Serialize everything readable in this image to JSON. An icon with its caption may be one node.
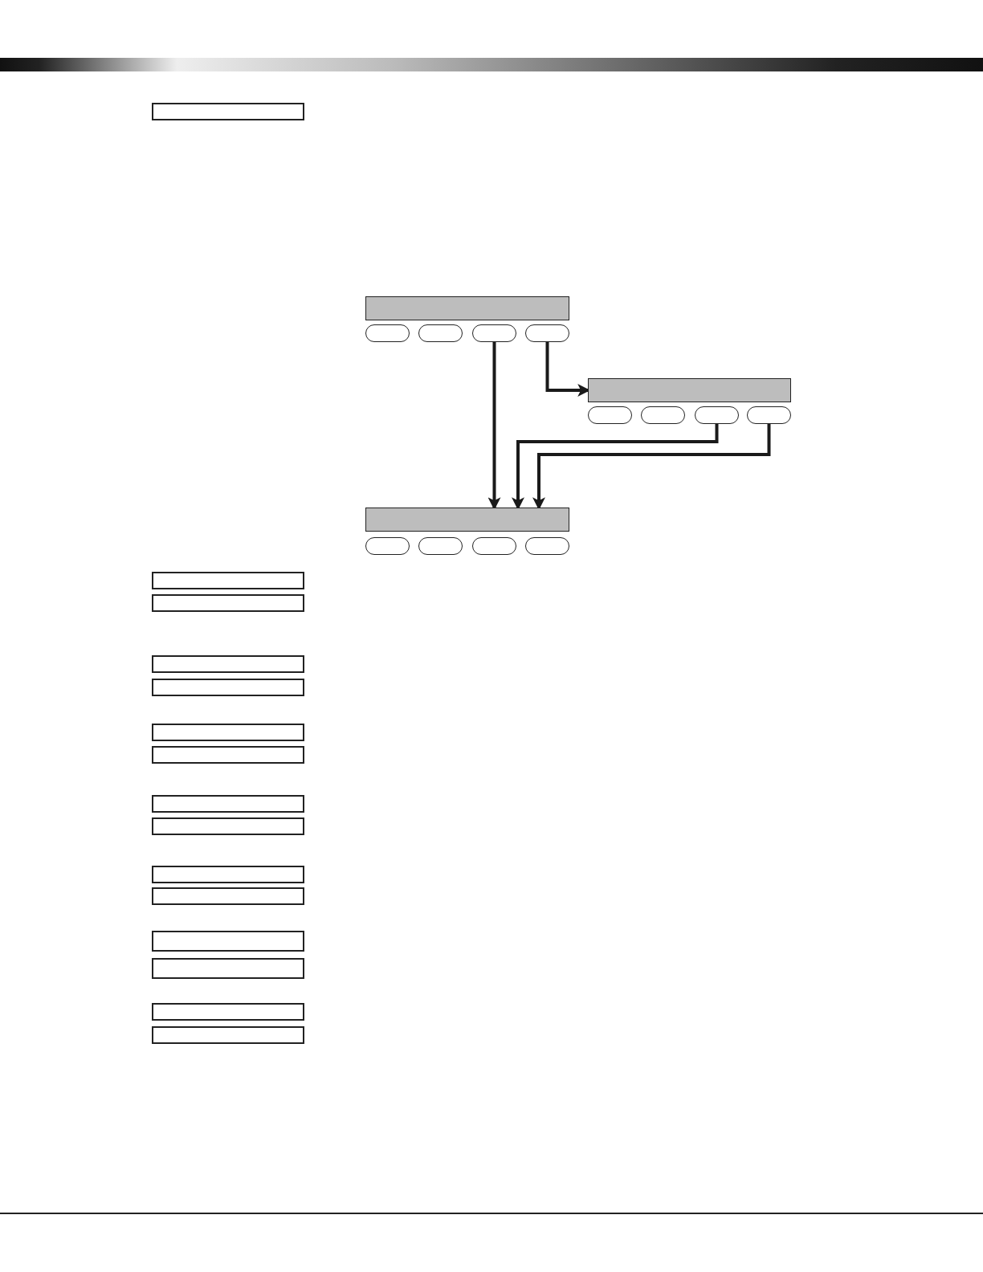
{
  "diagram": {
    "nodes": [
      {
        "text": [],
        "shape": "box"
      },
      {
        "text": [],
        "shape": "bar"
      },
      {
        "text": [],
        "shape": "pill"
      },
      {
        "text": [],
        "shape": "pill"
      },
      {
        "text": [],
        "shape": "pill"
      },
      {
        "text": [],
        "shape": "pill"
      },
      {
        "text": [],
        "shape": "bar"
      },
      {
        "text": [],
        "shape": "pill"
      },
      {
        "text": [],
        "shape": "pill"
      },
      {
        "text": [],
        "shape": "pill"
      },
      {
        "text": [],
        "shape": "pill"
      },
      {
        "text": [],
        "shape": "bar"
      },
      {
        "text": [],
        "shape": "pill"
      },
      {
        "text": [],
        "shape": "pill"
      },
      {
        "text": [],
        "shape": "pill"
      },
      {
        "text": [],
        "shape": "pill"
      },
      {
        "text": [],
        "shape": "box"
      },
      {
        "text": [],
        "shape": "box"
      },
      {
        "text": [],
        "shape": "box"
      },
      {
        "text": [],
        "shape": "box"
      },
      {
        "text": [],
        "shape": "box"
      },
      {
        "text": [],
        "shape": "box"
      },
      {
        "text": [],
        "shape": "box"
      },
      {
        "text": [],
        "shape": "box"
      },
      {
        "text": [],
        "shape": "box"
      },
      {
        "text": [],
        "shape": "box"
      },
      {
        "text": [],
        "shape": "box"
      },
      {
        "text": [],
        "shape": "box"
      },
      {
        "text": [],
        "shape": "box"
      },
      {
        "text": [],
        "shape": "box"
      }
    ],
    "edges": [
      {
        "from": 4,
        "to": 11,
        "arrow": "to"
      },
      {
        "from": 5,
        "to": 6,
        "arrow": "to"
      },
      {
        "from": 9,
        "to": 11,
        "arrow": "to"
      },
      {
        "from": 10,
        "to": 11,
        "arrow": "to"
      }
    ]
  }
}
